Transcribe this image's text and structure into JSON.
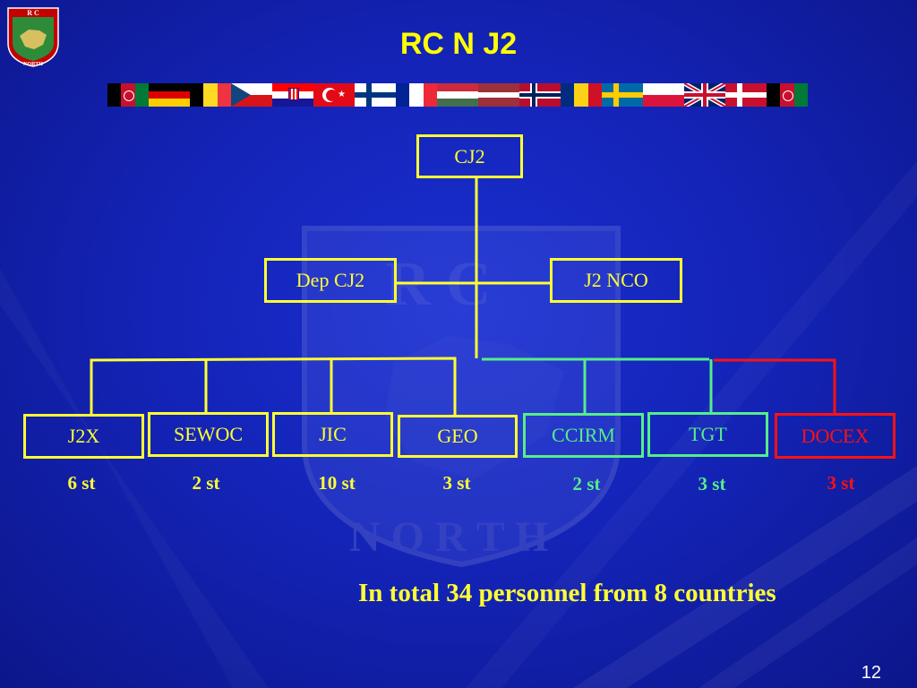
{
  "slide": {
    "title": "RC N J2",
    "page_number": "12",
    "summary": "In total 34 personnel from 8 countries"
  },
  "logo": {
    "name": "rc-north-emblem",
    "text_top": "R C",
    "text_bottom": "NORTH"
  },
  "watermark": {
    "text_top": "R C",
    "text_bottom": "N O R T H"
  },
  "flags": [
    "afghanistan",
    "germany",
    "belgium",
    "czech-republic",
    "croatia",
    "turkey",
    "finland",
    "france",
    "hungary",
    "latvia",
    "norway",
    "romania",
    "sweden",
    "poland",
    "united-kingdom",
    "denmark",
    "afghanistan"
  ],
  "colors": {
    "yellow": "#ffff33",
    "green": "#55ee88",
    "red": "#ff1111",
    "title": "#ffff00"
  },
  "org": {
    "top": "CJ2",
    "deputy": "Dep CJ2",
    "nco": "J2 NCO",
    "units": [
      {
        "label": "J2X",
        "count": "6 st",
        "color": "yellow"
      },
      {
        "label": "SEWOC",
        "count": "2 st",
        "color": "yellow"
      },
      {
        "label": "JIC",
        "count": "10 st",
        "color": "yellow"
      },
      {
        "label": "GEO",
        "count": "3 st",
        "color": "yellow"
      },
      {
        "label": "CCIRM",
        "count": "2 st",
        "color": "green"
      },
      {
        "label": "TGT",
        "count": "3 st",
        "color": "green"
      },
      {
        "label": "DOCEX",
        "count": "3 st",
        "color": "red"
      }
    ]
  }
}
